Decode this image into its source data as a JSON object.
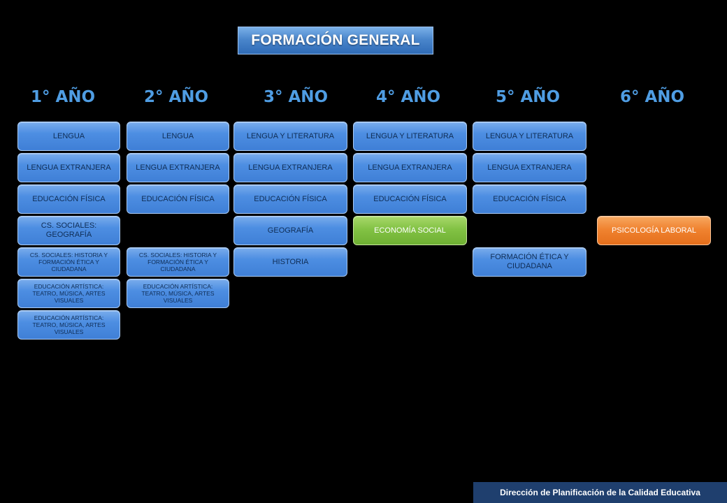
{
  "title": "FORMACIÓN GENERAL",
  "years": [
    "1° AÑO",
    "2° AÑO",
    "3° AÑO",
    "4° AÑO",
    "5° AÑO",
    "6° AÑO"
  ],
  "col1": {
    "lengua": "LENGUA",
    "lengua_extranjera": "LENGUA EXTRANJERA",
    "educacion_fisica": "EDUCACIÓN FÍSICA",
    "cs_sociales_geografia": "CS. SOCIALES: GEOGRAFÍA",
    "cs_sociales_historia": "CS. SOCIALES: HISTORIA Y FORMACIÓN ÉTICA Y CIUDADANA",
    "educacion_artistica_1": "EDUCACIÓN ARTÍSTICA: TEATRO, MÚSICA, ARTES VISUALES",
    "educacion_artistica_2": "EDUCACIÓN ARTÍSTICA: TEATRO, MÚSICA, ARTES VISUALES"
  },
  "col2": {
    "lengua": "LENGUA",
    "lengua_extranjera": "LENGUA EXTRANJERA",
    "educacion_fisica": "EDUCACIÓN FÍSICA",
    "cs_sociales_historia": "CS. SOCIALES: HISTORIA Y FORMACIÓN ÉTICA Y CIUDADANA",
    "educacion_artistica": "EDUCACIÓN ARTÍSTICA: TEATRO, MÚSICA, ARTES VISUALES"
  },
  "col3": {
    "lengua_literatura": "LENGUA Y LITERATURA",
    "lengua_extranjera": "LENGUA EXTRANJERA",
    "educacion_fisica": "EDUCACIÓN FÍSICA",
    "geografia": "GEOGRAFÍA",
    "historia": "HISTORIA"
  },
  "col4": {
    "lengua_literatura": "LENGUA Y LITERATURA",
    "lengua_extranjera": "LENGUA EXTRANJERA",
    "educacion_fisica": "EDUCACIÓN FÍSICA",
    "economia_social": "ECONOMÍA SOCIAL"
  },
  "col5": {
    "lengua_literatura": "LENGUA Y LITERATURA",
    "lengua_extranjera": "LENGUA EXTRANJERA",
    "educacion_fisica": "EDUCACIÓN FÍSICA",
    "formacion_etica": "FORMACIÓN ÉTICA Y CIUDADANA"
  },
  "col6": {
    "psicologia_laboral": "PSICOLOGÍA LABORAL"
  },
  "footer": "Dirección de Planificación de la Calidad Educativa",
  "colors": {
    "box_blue": "#4d8ee2",
    "box_green": "#82c244",
    "box_orange": "#f08330",
    "year_text": "#4f9de3",
    "footer_bg": "#1f3f6e"
  }
}
